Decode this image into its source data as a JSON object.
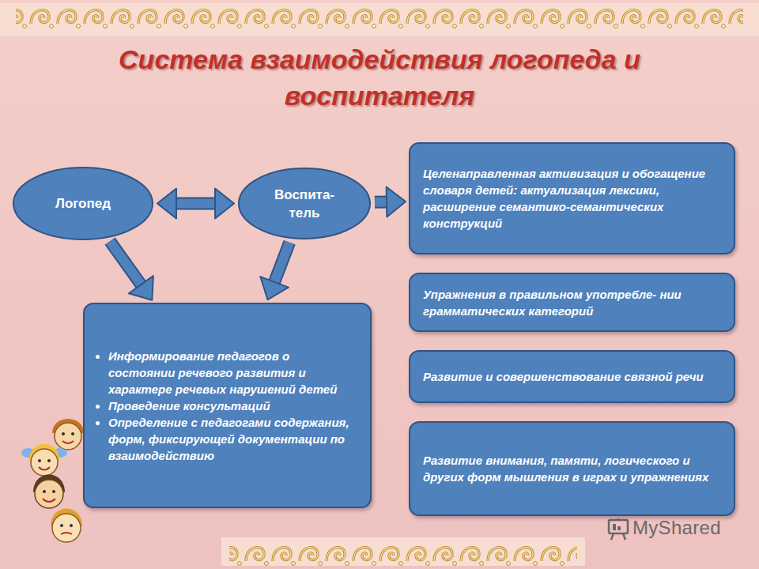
{
  "diagram": {
    "title": "Система взаимодействия логопеда и воспитателя",
    "nodes": [
      {
        "text": [
          "Логопед"
        ]
      },
      {
        "text": [
          "Воспита- тель"
        ]
      },
      {
        "text": [
          "Целенаправленная активизация и обогащение словаря детей: актуализация лексики, расширение семантико-семантических конструкций"
        ]
      },
      {
        "text": [
          "Упражнения в правильном употребле- нии грамматических категорий"
        ]
      },
      {
        "text": [
          "Информирование педагогов о состоянии речевого развития и характере речевых нарушений детей",
          "Проведение консультаций",
          "Определение с педагогами содержания, форм, фиксирующей документации по взаимодействию"
        ]
      },
      {
        "text": [
          "Развитие и совершенствование связной речи"
        ]
      },
      {
        "text": [
          "Развитие внимания, памяти, логического и других форм мышления в играх и упражнениях"
        ]
      }
    ],
    "edges": [
      {
        "from": 0,
        "to": 1,
        "arrow": "both"
      },
      {
        "from": 1,
        "to": 2,
        "arrow": "to"
      },
      {
        "from": 0,
        "to": 4,
        "arrow": "to"
      },
      {
        "from": 1,
        "to": 4,
        "arrow": "to"
      }
    ],
    "labels": [
      "MyShared"
    ]
  }
}
